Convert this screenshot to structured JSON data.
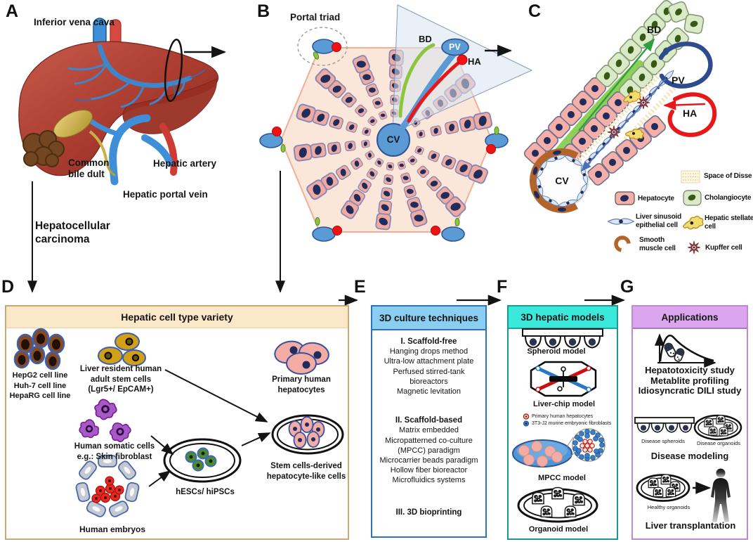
{
  "colors": {
    "panel_d_header": "#FAE8C8",
    "panel_d_border": "#C9A878",
    "panel_e_header": "#8ACEF2",
    "panel_e_border": "#2E74B5",
    "panel_f_header": "#3BE8DC",
    "panel_f_border": "#1A9890",
    "panel_g_header": "#DCA6EE",
    "panel_g_border": "#BE8AD0",
    "hepatocyte_pink": "#F4B0A8",
    "cholangiocyte_green": "#D9EAC6",
    "portal_vein_blue": "#5B9BD5",
    "hepatic_artery_red": "#E81818",
    "bile_duct_green": "#8CC63E",
    "nucleus_navy": "#1F2C5C"
  },
  "A": {
    "letter": "A",
    "labels": {
      "ivc": "Inferior vena cava",
      "cbd": [
        "Common",
        "bile dult"
      ],
      "ha": "Hepatic artery",
      "hpv": "Hepatic portal vein",
      "hcc": [
        "Hepatocellular",
        "carcinoma"
      ]
    }
  },
  "B": {
    "letter": "B",
    "labels": {
      "portal_triad": "Portal triad",
      "bd": "BD",
      "pv": "PV",
      "ha": "HA",
      "cv": "CV"
    }
  },
  "C": {
    "letter": "C",
    "labels": {
      "bd": "BD",
      "pv": "PV",
      "ha": "HA",
      "cv": "CV"
    },
    "legend": {
      "disse": "Space of Disse",
      "hepatocyte": "Hepatocyte",
      "cholangiocyte": "Cholangiocyte",
      "sinusoid": [
        "Liver sinusoid",
        "epithelial cell"
      ],
      "stellate": [
        "Hepatic stellate",
        "cell"
      ],
      "smooth": [
        "Smooth",
        "muscle cell"
      ],
      "kupffer": "Kupffer cell"
    }
  },
  "D": {
    "letter": "D",
    "title": "Hepatic cell type variety",
    "labels": {
      "cell_lines": [
        "HepG2 cell line",
        "Huh-7 cell line",
        "HepaRG cell line"
      ],
      "stem_cells": [
        "Liver resident human",
        "adult stem cells",
        "(Lgr5+/ EpCAM+)"
      ],
      "somatic": [
        "Human somatic cells",
        "e.g.: Skin fibroblast"
      ],
      "embryos": "Human embryos",
      "hesc": "hESCs/ hiPSCs",
      "primary": [
        "Primary human",
        "hepatocytes"
      ],
      "stem_derived": [
        "Stem cells-derived",
        "hepatocyte-like cells"
      ]
    }
  },
  "E": {
    "letter": "E",
    "title": "3D culture techniques",
    "lines": [
      "I. Scaffold-free",
      "Hanging drops method",
      "Ultra-low attachment plate",
      "Perfused stirred-tank",
      "bioreactors",
      "Magnetic levitation",
      "II. Scaffold-based",
      "Matrix embedded",
      "Micropatterned co-culture",
      "(MPCC) paradigm",
      "Microcarrier beads paradigm",
      "Hollow fiber bioreactor",
      "Microfluidics systems",
      "III. 3D bioprinting"
    ]
  },
  "F": {
    "letter": "F",
    "title": "3D hepatic models",
    "labels": {
      "spheroid": "Spheroid model",
      "chip": "Liver-chip model",
      "legend1": "Primary human hepatocytes",
      "legend2": "3T3-J2 murine embryonic fibroblasts",
      "mpcc": "MPCC model",
      "organoid": "Organoid model"
    }
  },
  "G": {
    "letter": "G",
    "title": "Applications",
    "labels": {
      "tox": [
        "Hepatotoxicity study",
        "Metablite profiling",
        "Idiosyncratic DILI study"
      ],
      "disease_spheroids": "Disease spheroids",
      "disease_organoids": "Disease organoids",
      "disease_modeling": "Disease modeling",
      "healthy_organoids": "Healthy organoids",
      "transplant": "Liver transplantation"
    }
  }
}
